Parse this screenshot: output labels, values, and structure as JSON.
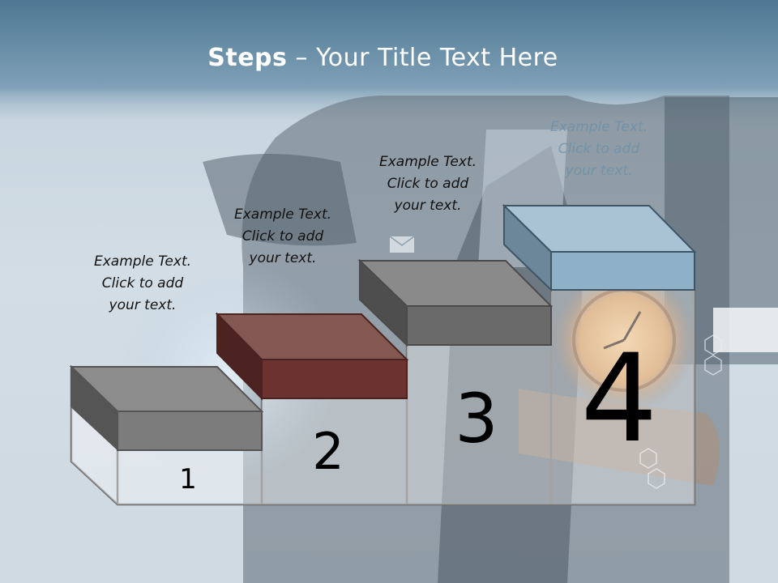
{
  "title": {
    "bold": "Steps",
    "rest": " – Your Title Text Here"
  },
  "steps": [
    {
      "number": "1",
      "lines": [
        "Example Text.",
        "Click  to add",
        "your text."
      ],
      "color": "#7c7c7c"
    },
    {
      "number": "2",
      "lines": [
        "Example Text.",
        "Click  to add",
        "your text."
      ],
      "color": "#6b3230"
    },
    {
      "number": "3",
      "lines": [
        "Example Text.",
        "Click  to add",
        "your text."
      ],
      "color": "#6a6a6a"
    },
    {
      "number": "4",
      "lines": [
        "Example Text.",
        "Click  to add",
        "your text."
      ],
      "color": "#8fb1c7"
    }
  ]
}
